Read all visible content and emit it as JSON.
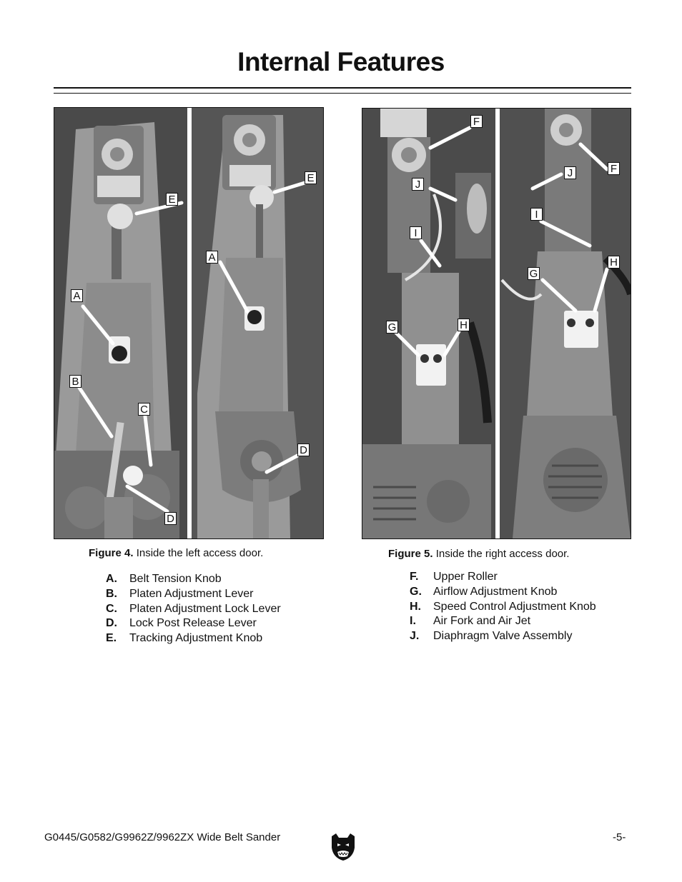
{
  "page": {
    "title": "Internal Features",
    "footer_model": "G0445/G0582/G9962Z/9962ZX Wide Belt Sander",
    "page_number": "-5-",
    "logo_icon": "grizzly-bear-logo-icon"
  },
  "figure4": {
    "label": "Figure 4.",
    "caption": "Inside the left access door.",
    "callouts": [
      "E",
      "E",
      "A",
      "A",
      "B",
      "C",
      "D",
      "D"
    ],
    "legend": [
      {
        "key": "A.",
        "text": "Belt Tension Knob"
      },
      {
        "key": "B.",
        "text": "Platen Adjustment Lever"
      },
      {
        "key": "C.",
        "text": "Platen Adjustment Lock Lever"
      },
      {
        "key": "D.",
        "text": "Lock Post Release Lever"
      },
      {
        "key": "E.",
        "text": "Tracking Adjustment Knob"
      }
    ]
  },
  "figure5": {
    "label": "Figure 5.",
    "caption": "Inside the right access door.",
    "callouts": [
      "F",
      "J",
      "I",
      "G",
      "H",
      "J",
      "F",
      "I",
      "G",
      "H"
    ],
    "legend": [
      {
        "key": "F.",
        "text": "Upper Roller"
      },
      {
        "key": "G.",
        "text": "Airflow Adjustment Knob"
      },
      {
        "key": "H.",
        "text": "Speed Control Adjustment Knob"
      },
      {
        "key": "I.",
        "text": "Air Fork and Air Jet"
      },
      {
        "key": "J.",
        "text": "Diaphragm Valve Assembly"
      }
    ]
  }
}
